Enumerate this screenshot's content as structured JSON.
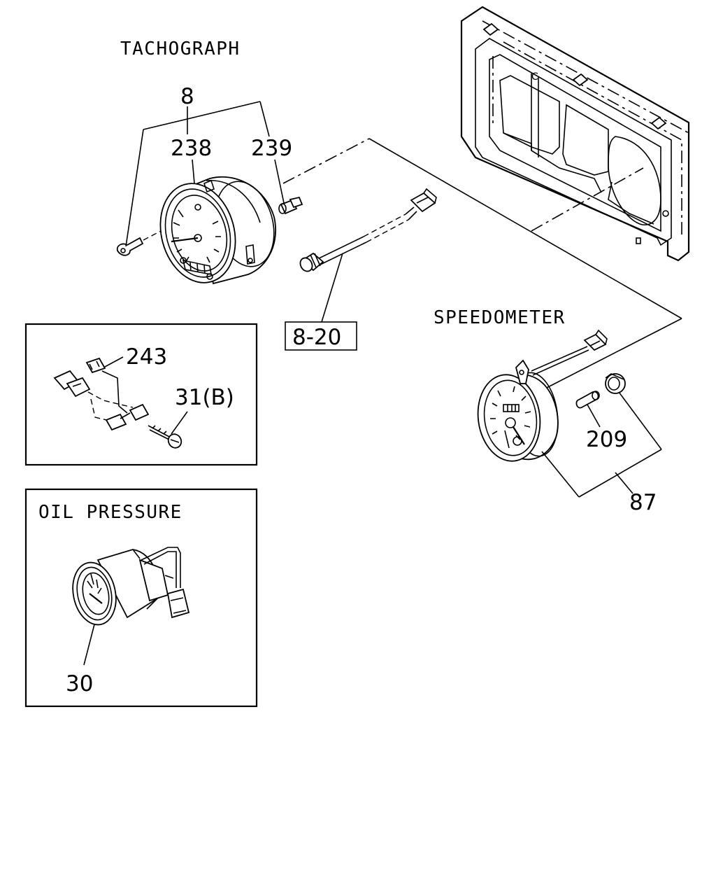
{
  "sections": {
    "tachograph": "TACHOGRAPH",
    "speedometer": "SPEEDOMETER",
    "oil_pressure": "OIL PRESSURE"
  },
  "callouts": {
    "p8": "8",
    "p238": "238",
    "p239": "239",
    "p8_20": "8-20",
    "p243": "243",
    "p31b": "31(B)",
    "p209": "209",
    "p87": "87",
    "p30": "30"
  }
}
